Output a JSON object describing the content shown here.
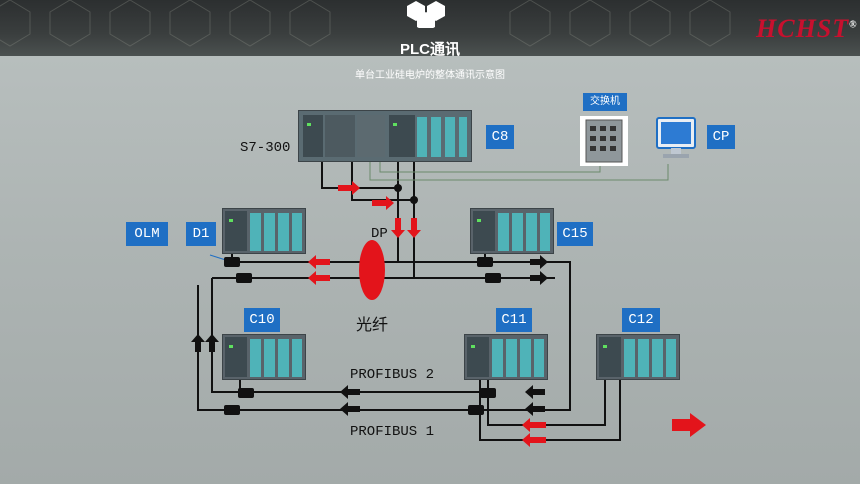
{
  "header": {
    "title": "PLC通讯",
    "subtitle": "单台工业硅电炉的整体通讯示意图",
    "brand": "HCHST",
    "brand_mark": "®"
  },
  "labels": {
    "s7_300": "S7-300",
    "c8": "C8",
    "switch": "交换机",
    "cp": "CP",
    "olm": "OLM",
    "d1": "D1",
    "dp": "DP",
    "c15": "C15",
    "fiber": "光纤",
    "c10": "C10",
    "c11": "C11",
    "c12": "C12",
    "profibus2": "PROFIBUS 2",
    "profibus1": "PROFIBUS 1"
  },
  "colors": {
    "accent_blue": "#1f6fc4",
    "arrow_red": "#e3141b",
    "line_black": "#111111",
    "module_teal": "#4fb3b8"
  }
}
